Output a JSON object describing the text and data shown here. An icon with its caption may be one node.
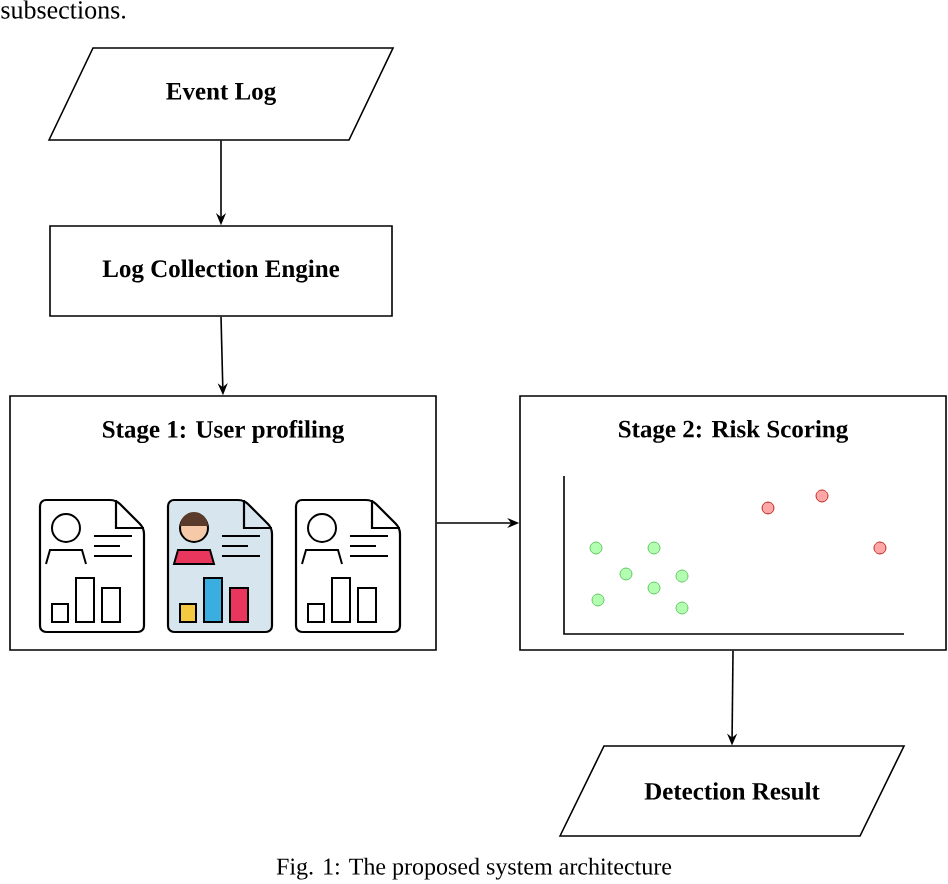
{
  "diagram": {
    "caption": "Fig. 1: The proposed system architecture",
    "nodes": [
      {
        "text": [
          "Event Log"
        ]
      },
      {
        "text": [
          "Log Collection Engine"
        ]
      },
      {
        "text": [
          "Stage 1: User profiling"
        ]
      },
      {
        "text": [
          "Stage 2: Risk Scoring"
        ]
      },
      {
        "text": [
          "Detection Result"
        ]
      }
    ],
    "edges": [
      {
        "from": 0,
        "to": 1,
        "arrow": "to"
      },
      {
        "from": 1,
        "to": 2,
        "arrow": "to"
      },
      {
        "from": 2,
        "to": 3,
        "arrow": "to"
      },
      {
        "from": 3,
        "to": 4,
        "arrow": "to"
      }
    ],
    "labels": [
      "subsections."
    ]
  }
}
